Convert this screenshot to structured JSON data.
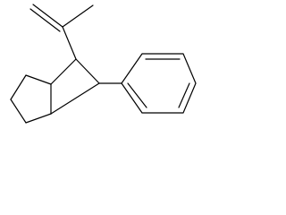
{
  "structure": {
    "type": "skeletal-formula",
    "rings": [
      "cyclopentane",
      "cyclobutane",
      "benzene"
    ],
    "substituents": [
      "isopropenyl",
      "phenyl"
    ]
  },
  "colors": {
    "background": "#ffffff",
    "bond": "#000000"
  }
}
